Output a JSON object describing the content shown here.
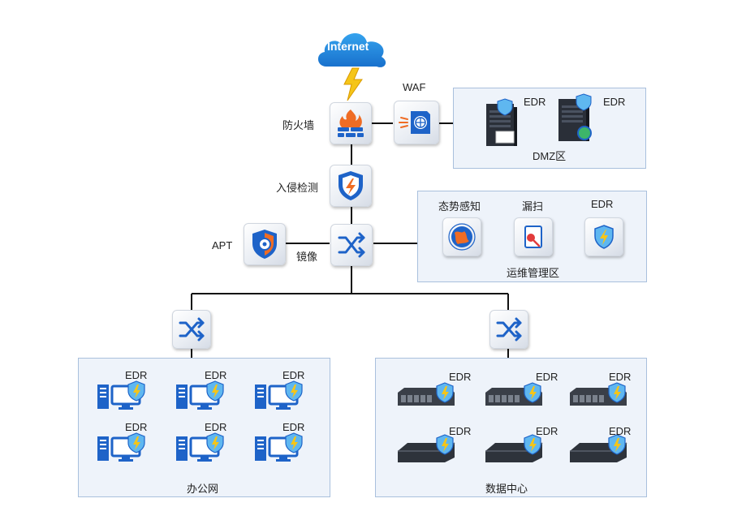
{
  "internet": {
    "label": "Internet"
  },
  "core": {
    "firewall": "防火墙",
    "waf": "WAF",
    "ids": "入侵检测",
    "apt": "APT",
    "mirror": "镜像"
  },
  "dmz": {
    "label": "DMZ区",
    "edr1": "EDR",
    "edr2": "EDR"
  },
  "ops": {
    "label": "运维管理区",
    "situation": "态势感知",
    "scan": "漏扫",
    "edr": "EDR"
  },
  "office": {
    "label": "办公网",
    "edr_labels": [
      "EDR",
      "EDR",
      "EDR",
      "EDR",
      "EDR",
      "EDR"
    ]
  },
  "datacenter": {
    "label": "数据中心",
    "edr_labels": [
      "EDR",
      "EDR",
      "EDR",
      "EDR",
      "EDR",
      "EDR"
    ]
  },
  "colors": {
    "zone_fill": "#eef3fa",
    "zone_border": "#a9c0dd",
    "accent_blue": "#1e63c8",
    "cloud": "#1f8be0",
    "bolt": "#f5c518",
    "fire": "#ef6c24",
    "line": "#111111"
  }
}
